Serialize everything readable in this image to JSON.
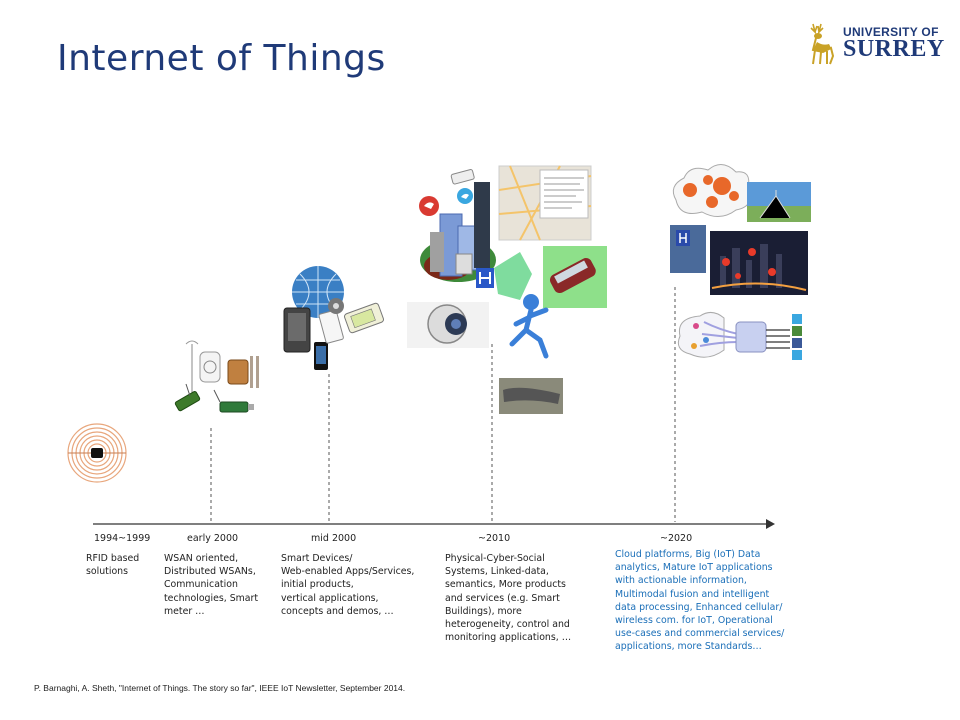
{
  "slide": {
    "title": "Internet of Things",
    "logo": {
      "line1": "UNIVERSITY OF",
      "line2": "SURREY"
    },
    "citation": "P. Barnaghi,  A. Sheth, \"Internet of Things. The story so far\", IEEE IoT Newsletter, September 2014."
  },
  "timeline": {
    "eras": [
      {
        "label": "1994~1999",
        "description": "RFID based\nsolutions",
        "highlight": false
      },
      {
        "label": "early 2000",
        "description": "WSAN oriented,\nDistributed WSANs,\nCommunication\ntechnologies, Smart\nmeter …",
        "highlight": false
      },
      {
        "label": "mid 2000",
        "description": "Smart Devices/\nWeb-enabled  Apps/Services,\ninitial products,\nvertical applications,\nconcepts and demos, …",
        "highlight": false
      },
      {
        "label": "~2010",
        "description": "Physical-Cyber-Social\nSystems, Linked-data,\nsemantics, More products\nand services (e.g. Smart\nBuildings), more\nheterogeneity, control and\nmonitoring applications, …",
        "highlight": false
      },
      {
        "label": "~2020",
        "description": "Cloud platforms, Big (IoT) Data\nanalytics, Mature IoT applications\nwith actionable information,\nMultimodal fusion and intelligent\ndata processing, Enhanced cellular/\nwireless com. for IoT, Operational\nuse-cases and commercial services/\napplications, more Standards…",
        "highlight": true
      }
    ]
  },
  "illustrations": {
    "rfid": "rfid-tag-icon",
    "wsn": "sensor-node-icon",
    "smart_devices": "smart-devices-icon",
    "cps": "smart-city-icon",
    "future": "cloud-analytics-icon"
  },
  "colors": {
    "title": "#1f3a78",
    "highlight_text": "#1b6fb8",
    "axis": "#333333",
    "rfid_rings": "#e8a67c"
  }
}
